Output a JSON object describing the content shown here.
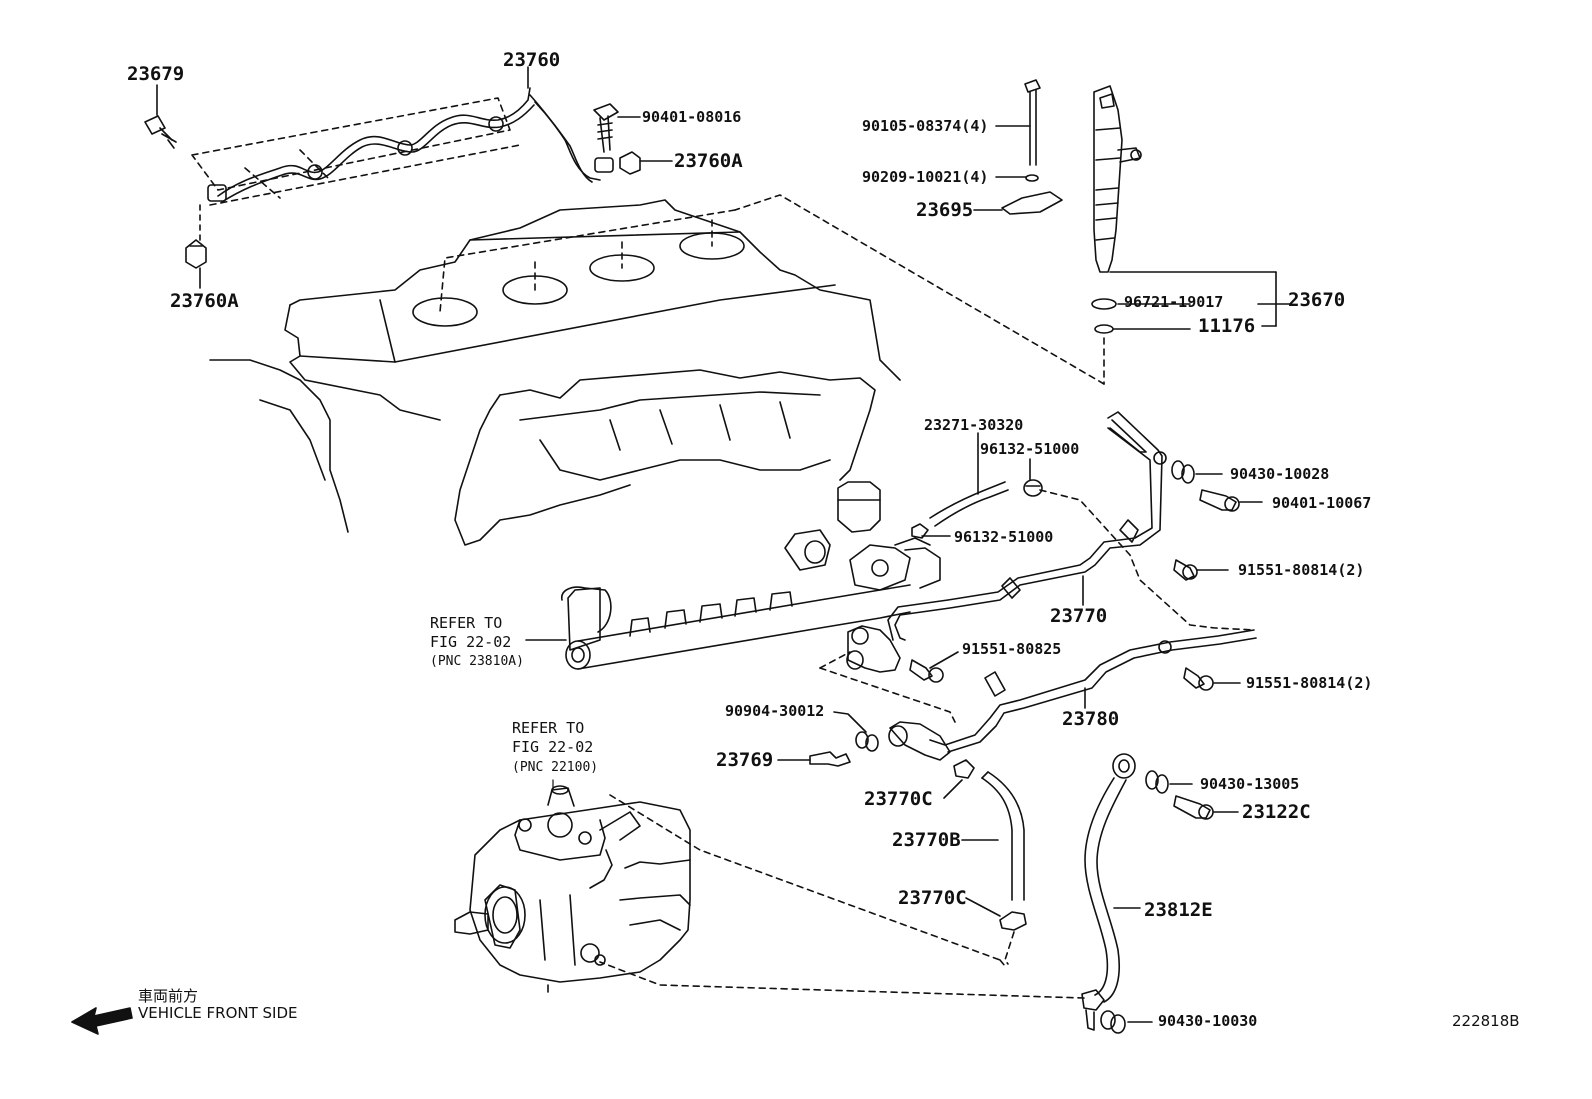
{
  "labels": {
    "p23679": "23679",
    "p23760": "23760",
    "p90401_08016": "90401-08016",
    "p23760A_top": "23760A",
    "p23760A_left": "23760A",
    "p90105": "90105-08374(4)",
    "p90209": "90209-10021(4)",
    "p23695": "23695",
    "p96721": "96721-19017",
    "p23670": "23670",
    "p11176": "11176",
    "p23271": "23271-30320",
    "p96132_a": "96132-51000",
    "p96132_b": "96132-51000",
    "p90430_10028": "90430-10028",
    "p90401_10067": "90401-10067",
    "p91551_80814_a": "91551-80814(2)",
    "p23770": "23770",
    "p91551_80825": "91551-80825",
    "p91551_80814_b": "91551-80814(2)",
    "p23780": "23780",
    "p90904": "90904-30012",
    "p23769": "23769",
    "p23770C_a": "23770C",
    "p23770B": "23770B",
    "p23770C_b": "23770C",
    "p90430_13005": "90430-13005",
    "p23122C": "23122C",
    "p23812E": "23812E",
    "p90430_10030": "90430-10030"
  },
  "refer_rail": {
    "line1": "REFER TO",
    "line2": "FIG 22-02",
    "line3": "(PNC 23810A)"
  },
  "refer_pump": {
    "line1": "REFER TO",
    "line2": "FIG 22-02",
    "line3": "(PNC 22100)"
  },
  "footer": {
    "jp": "車両前方",
    "en": "VEHICLE FRONT SIDE",
    "code": "222818B"
  },
  "colors": {
    "ink": "#111111",
    "paper": "#ffffff"
  }
}
